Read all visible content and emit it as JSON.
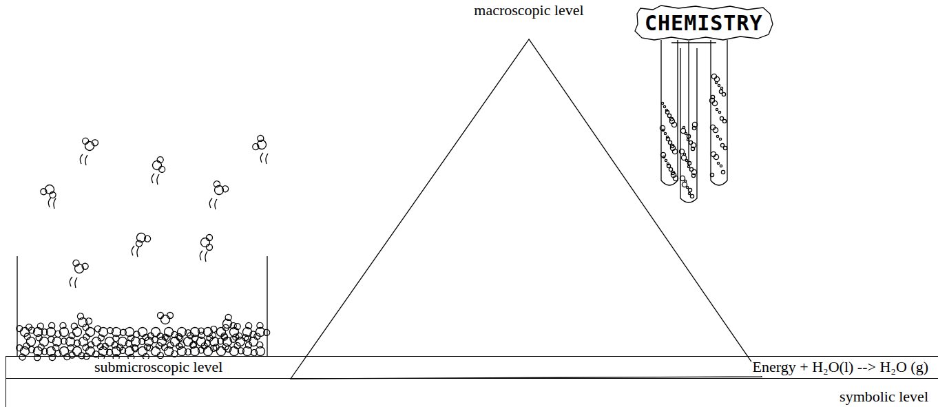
{
  "diagram": {
    "nodes": [
      {
        "text": [
          "submicroscopic level",
          "Energy + H₂O(l) --> H₂O (g)"
        ]
      },
      {
        "text": [
          "symbolic level"
        ]
      }
    ],
    "labels": [
      "macroscopic level",
      "CHEMISTRY"
    ]
  }
}
